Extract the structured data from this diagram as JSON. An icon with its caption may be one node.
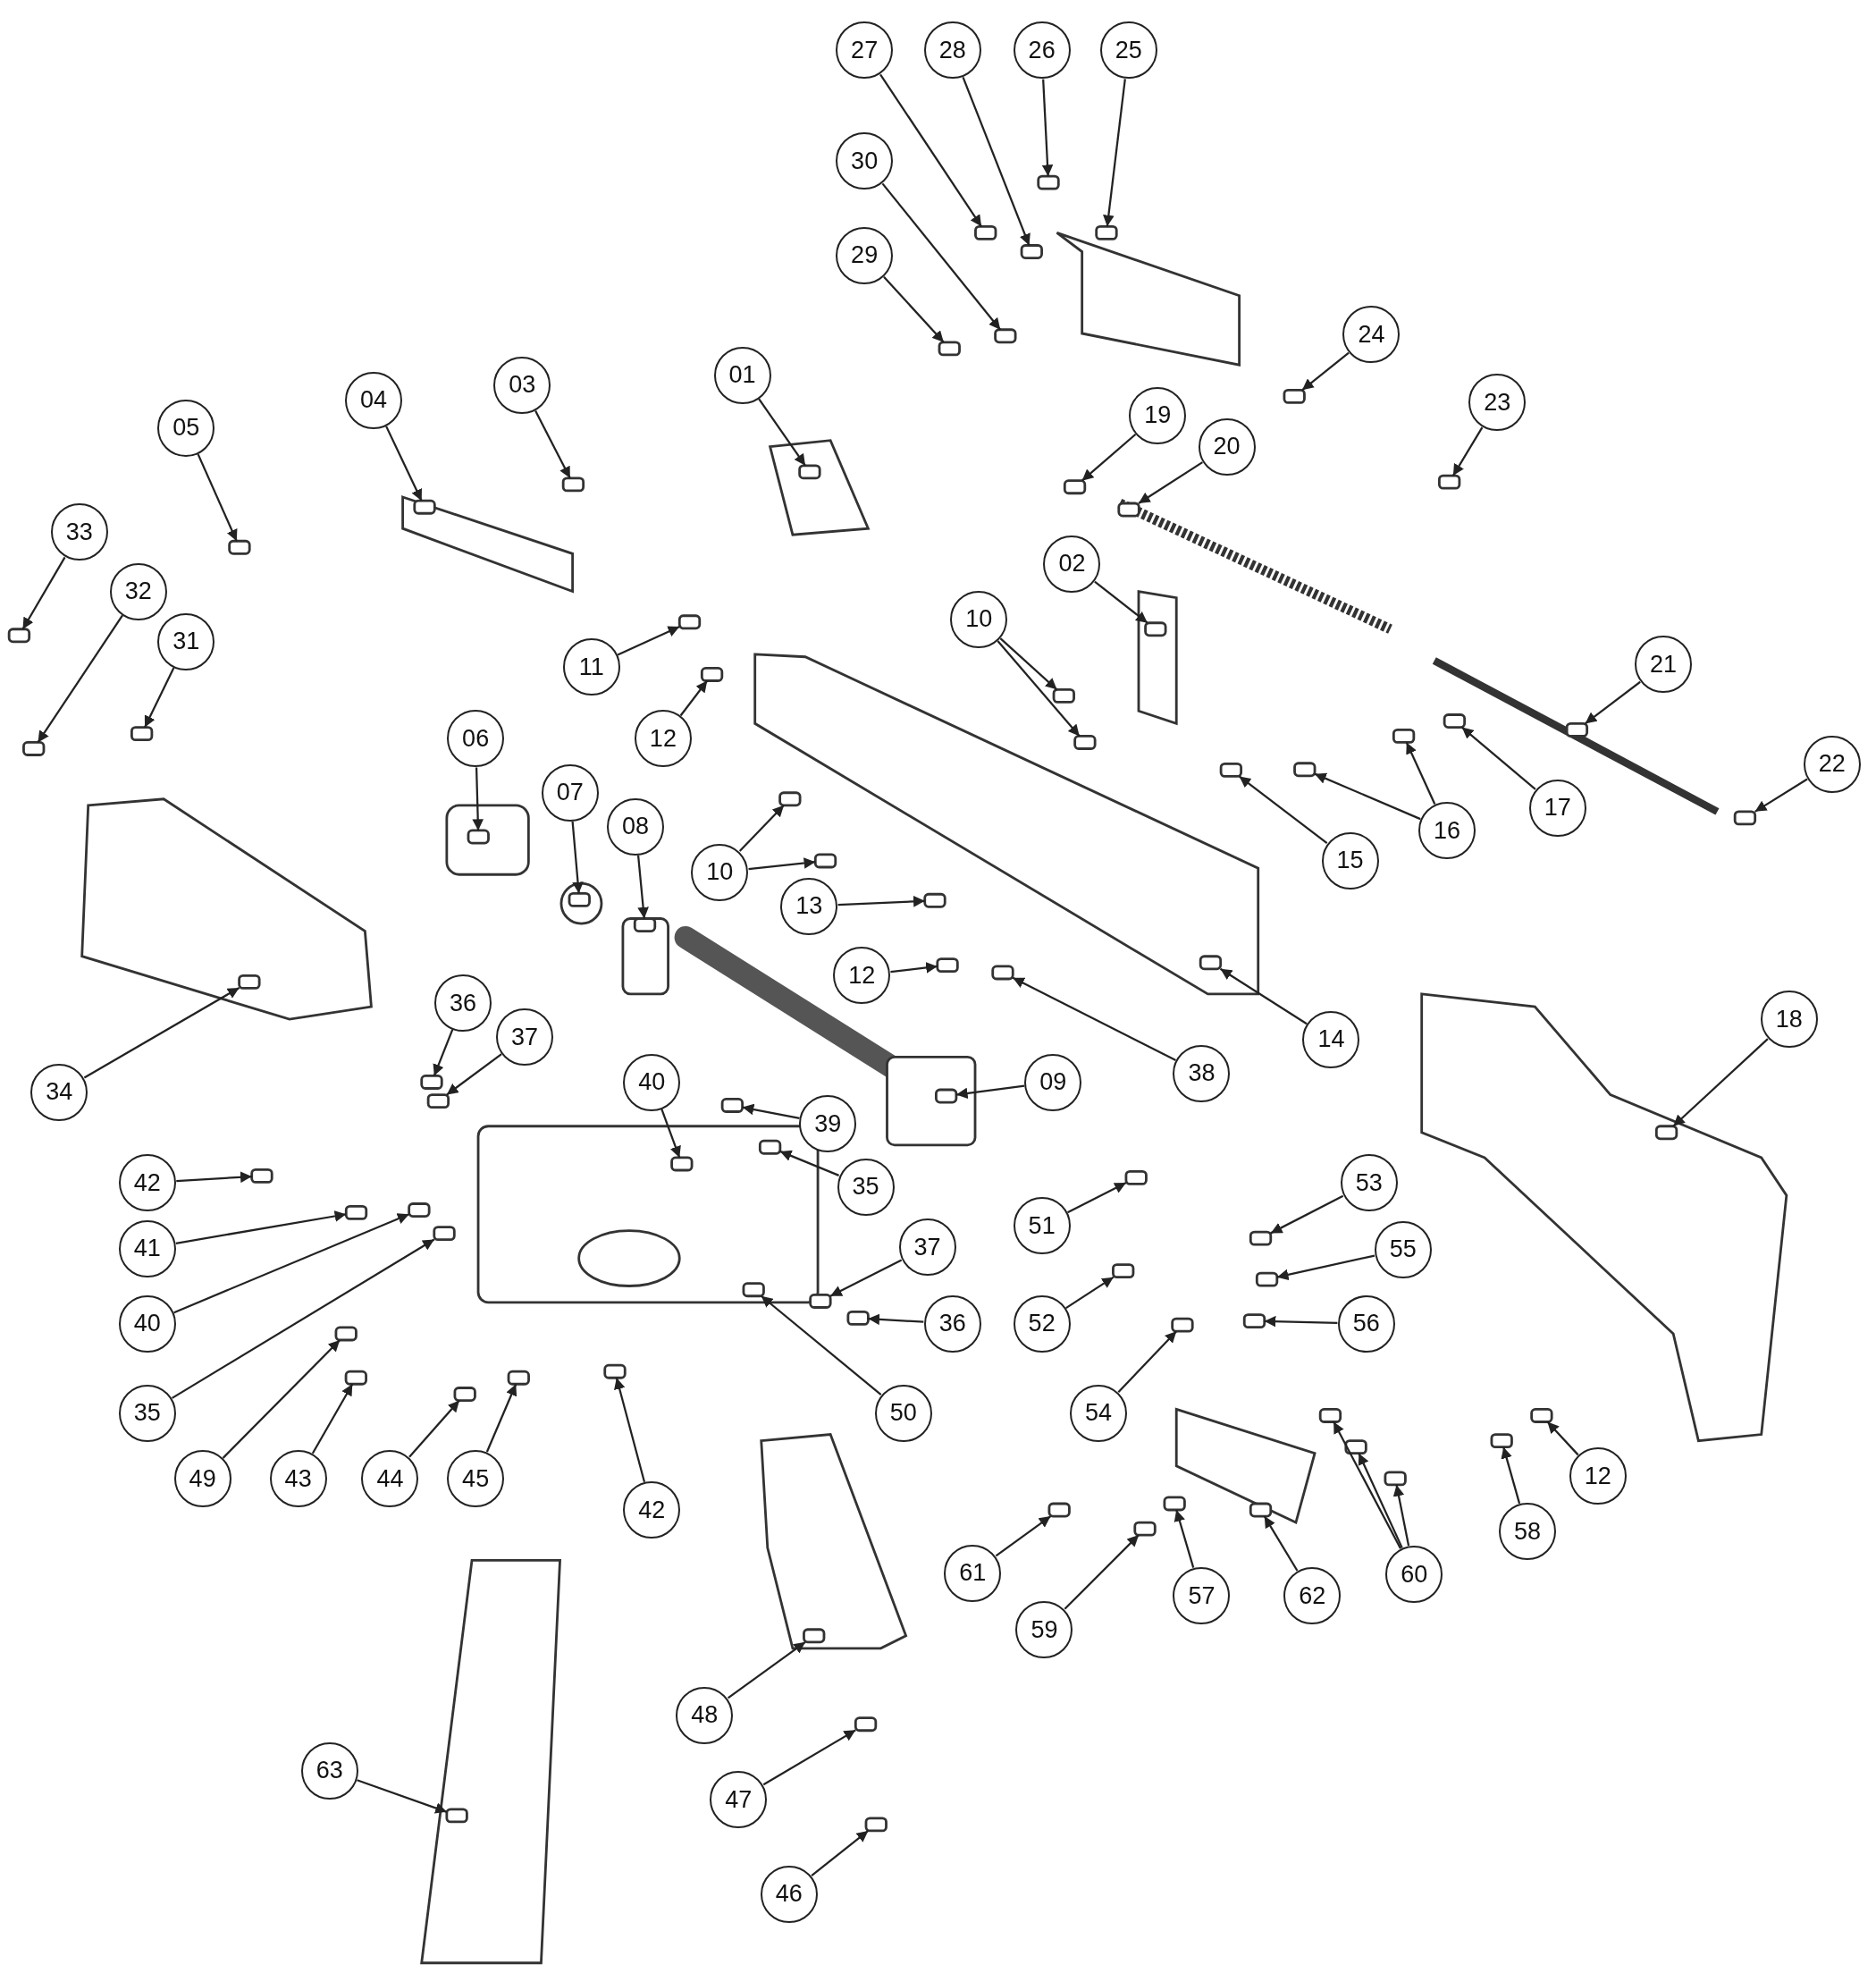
{
  "diagram": {
    "nodes": [
      {
        "text": [
          "27"
        ]
      },
      {
        "text": [
          "28"
        ]
      },
      {
        "text": [
          "26"
        ]
      },
      {
        "text": [
          "25"
        ]
      },
      {
        "text": [
          "30"
        ]
      },
      {
        "text": [
          "29"
        ]
      },
      {
        "text": [
          "24"
        ]
      },
      {
        "text": [
          "23"
        ]
      },
      {
        "text": [
          "19"
        ]
      },
      {
        "text": [
          "20"
        ]
      },
      {
        "text": [
          "01"
        ]
      },
      {
        "text": [
          "03"
        ]
      },
      {
        "text": [
          "04"
        ]
      },
      {
        "text": [
          "05"
        ]
      },
      {
        "text": [
          "33"
        ]
      },
      {
        "text": [
          "32"
        ]
      },
      {
        "text": [
          "31"
        ]
      },
      {
        "text": [
          "02"
        ]
      },
      {
        "text": [
          "10"
        ]
      },
      {
        "text": [
          "11"
        ]
      },
      {
        "text": [
          "12"
        ]
      },
      {
        "text": [
          "21"
        ]
      },
      {
        "text": [
          "22"
        ]
      },
      {
        "text": [
          "17"
        ]
      },
      {
        "text": [
          "16"
        ]
      },
      {
        "text": [
          "15"
        ]
      },
      {
        "text": [
          "06"
        ]
      },
      {
        "text": [
          "07"
        ]
      },
      {
        "text": [
          "08"
        ]
      },
      {
        "text": [
          "10"
        ]
      },
      {
        "text": [
          "13"
        ]
      },
      {
        "text": [
          "12"
        ]
      },
      {
        "text": [
          "14"
        ]
      },
      {
        "text": [
          "38"
        ]
      },
      {
        "text": [
          "34"
        ]
      },
      {
        "text": [
          "09"
        ]
      },
      {
        "text": [
          "18"
        ]
      },
      {
        "text": [
          "36"
        ]
      },
      {
        "text": [
          "37"
        ]
      },
      {
        "text": [
          "40"
        ]
      },
      {
        "text": [
          "39"
        ]
      },
      {
        "text": [
          "35"
        ]
      },
      {
        "text": [
          "42"
        ]
      },
      {
        "text": [
          "41"
        ]
      },
      {
        "text": [
          "40"
        ]
      },
      {
        "text": [
          "35"
        ]
      },
      {
        "text": [
          "37"
        ]
      },
      {
        "text": [
          "36"
        ]
      },
      {
        "text": [
          "50"
        ]
      },
      {
        "text": [
          "49"
        ]
      },
      {
        "text": [
          "43"
        ]
      },
      {
        "text": [
          "44"
        ]
      },
      {
        "text": [
          "45"
        ]
      },
      {
        "text": [
          "42"
        ]
      },
      {
        "text": [
          "51"
        ]
      },
      {
        "text": [
          "53"
        ]
      },
      {
        "text": [
          "55"
        ]
      },
      {
        "text": [
          "52"
        ]
      },
      {
        "text": [
          "56"
        ]
      },
      {
        "text": [
          "54"
        ]
      },
      {
        "text": [
          "12"
        ]
      },
      {
        "text": [
          "58"
        ]
      },
      {
        "text": [
          "60"
        ]
      },
      {
        "text": [
          "61"
        ]
      },
      {
        "text": [
          "59"
        ]
      },
      {
        "text": [
          "57"
        ]
      },
      {
        "text": [
          "62"
        ]
      },
      {
        "text": [
          "48"
        ]
      },
      {
        "text": [
          "63"
        ]
      },
      {
        "text": [
          "47"
        ]
      },
      {
        "text": [
          "46"
        ]
      },
      {
        "text": [],
        "shape": "box"
      },
      {
        "text": [],
        "shape": "box"
      },
      {
        "text": [],
        "shape": "box"
      },
      {
        "text": [],
        "shape": "box"
      },
      {
        "text": [],
        "shape": "box"
      },
      {
        "text": [],
        "shape": "box"
      },
      {
        "text": [],
        "shape": "box"
      },
      {
        "text": [],
        "shape": "box"
      },
      {
        "text": [],
        "shape": "box"
      },
      {
        "text": [],
        "shape": "box"
      },
      {
        "text": [],
        "shape": "box"
      },
      {
        "text": [],
        "shape": "box"
      },
      {
        "text": [],
        "shape": "box"
      },
      {
        "text": [],
        "shape": "box"
      },
      {
        "text": [],
        "shape": "box"
      },
      {
        "text": [],
        "shape": "box"
      },
      {
        "text": [],
        "shape": "box"
      },
      {
        "text": [],
        "shape": "box"
      },
      {
        "text": [],
        "shape": "box"
      },
      {
        "text": [],
        "shape": "box"
      },
      {
        "text": [],
        "shape": "box"
      },
      {
        "text": [],
        "shape": "box"
      },
      {
        "text": [],
        "shape": "box"
      },
      {
        "text": [],
        "shape": "box"
      },
      {
        "text": [],
        "shape": "box"
      },
      {
        "text": [],
        "shape": "box"
      },
      {
        "text": [],
        "shape": "box"
      },
      {
        "text": [],
        "shape": "box"
      },
      {
        "text": [],
        "shape": "box"
      },
      {
        "text": [],
        "shape": "box"
      },
      {
        "text": [],
        "shape": "box"
      },
      {
        "text": [],
        "shape": "box"
      },
      {
        "text": [],
        "shape": "box"
      },
      {
        "text": [],
        "shape": "box"
      },
      {
        "text": [],
        "shape": "box"
      },
      {
        "text": [],
        "shape": "box"
      },
      {
        "text": [],
        "shape": "box"
      },
      {
        "text": [],
        "shape": "box"
      },
      {
        "text": [],
        "shape": "box"
      },
      {
        "text": [],
        "shape": "box"
      },
      {
        "text": [],
        "shape": "box"
      },
      {
        "text": [],
        "shape": "box"
      },
      {
        "text": [],
        "shape": "box"
      },
      {
        "text": [],
        "shape": "box"
      },
      {
        "text": [],
        "shape": "box"
      },
      {
        "text": [],
        "shape": "box"
      },
      {
        "text": [],
        "shape": "box"
      },
      {
        "text": [],
        "shape": "box"
      },
      {
        "text": [],
        "shape": "box"
      },
      {
        "text": [],
        "shape": "box"
      },
      {
        "text": [],
        "shape": "box"
      },
      {
        "text": [],
        "shape": "box"
      },
      {
        "text": [],
        "shape": "box"
      },
      {
        "text": [],
        "shape": "box"
      },
      {
        "text": [],
        "shape": "box"
      },
      {
        "text": [],
        "shape": "box"
      },
      {
        "text": [],
        "shape": "box"
      },
      {
        "text": [],
        "shape": "box"
      },
      {
        "text": [],
        "shape": "box"
      },
      {
        "text": [],
        "shape": "box"
      },
      {
        "text": [],
        "shape": "box"
      },
      {
        "text": [],
        "shape": "box"
      },
      {
        "text": [],
        "shape": "box"
      },
      {
        "text": [],
        "shape": "box"
      },
      {
        "text": [],
        "shape": "box"
      },
      {
        "text": [],
        "shape": "box"
      },
      {
        "text": [],
        "shape": "box"
      },
      {
        "text": [],
        "shape": "box"
      },
      {
        "text": [],
        "shape": "box"
      },
      {
        "text": [],
        "shape": "box"
      },
      {
        "text": [],
        "shape": "box"
      },
      {
        "text": [],
        "shape": "box"
      },
      {
        "text": [],
        "shape": "box"
      },
      {
        "text": [],
        "shape": "box"
      },
      {
        "text": [],
        "shape": "box"
      },
      {
        "text": [],
        "shape": "box"
      }
    ],
    "edges": [
      {
        "from": 0,
        "to": 71,
        "arrow": "to"
      },
      {
        "from": 1,
        "to": 72,
        "arrow": "to"
      },
      {
        "from": 2,
        "to": 73,
        "arrow": "to"
      },
      {
        "from": 3,
        "to": 74,
        "arrow": "to"
      },
      {
        "from": 4,
        "to": 75,
        "arrow": "to"
      },
      {
        "from": 5,
        "to": 76,
        "arrow": "to"
      },
      {
        "from": 6,
        "to": 77,
        "arrow": "to"
      },
      {
        "from": 7,
        "to": 78,
        "arrow": "to"
      },
      {
        "from": 8,
        "to": 79,
        "arrow": "to"
      },
      {
        "from": 9,
        "to": 80,
        "arrow": "to"
      },
      {
        "from": 10,
        "to": 81,
        "arrow": "to"
      },
      {
        "from": 11,
        "to": 82,
        "arrow": "to"
      },
      {
        "from": 12,
        "to": 83,
        "arrow": "to"
      },
      {
        "from": 13,
        "to": 84,
        "arrow": "to"
      },
      {
        "from": 14,
        "to": 85,
        "arrow": "to"
      },
      {
        "from": 15,
        "to": 86,
        "arrow": "to"
      },
      {
        "from": 16,
        "to": 87,
        "arrow": "to"
      },
      {
        "from": 17,
        "to": 88,
        "arrow": "to"
      },
      {
        "from": 18,
        "to": 89,
        "arrow": "to"
      },
      {
        "from": 18,
        "to": 90,
        "arrow": "to"
      },
      {
        "from": 19,
        "to": 91,
        "arrow": "to"
      },
      {
        "from": 20,
        "to": 92,
        "arrow": "to"
      },
      {
        "from": 21,
        "to": 93,
        "arrow": "to"
      },
      {
        "from": 22,
        "to": 94,
        "arrow": "to"
      },
      {
        "from": 23,
        "to": 95,
        "arrow": "to"
      },
      {
        "from": 24,
        "to": 96,
        "arrow": "to"
      },
      {
        "from": 24,
        "to": 97,
        "arrow": "to"
      },
      {
        "from": 25,
        "to": 98,
        "arrow": "to"
      },
      {
        "from": 26,
        "to": 99,
        "arrow": "to"
      },
      {
        "from": 27,
        "to": 100,
        "arrow": "to"
      },
      {
        "from": 28,
        "to": 101,
        "arrow": "to"
      },
      {
        "from": 29,
        "to": 102,
        "arrow": "to"
      },
      {
        "from": 29,
        "to": 103,
        "arrow": "to"
      },
      {
        "from": 30,
        "to": 104,
        "arrow": "to"
      },
      {
        "from": 31,
        "to": 105,
        "arrow": "to"
      },
      {
        "from": 32,
        "to": 106,
        "arrow": "to"
      },
      {
        "from": 33,
        "to": 107,
        "arrow": "to"
      },
      {
        "from": 34,
        "to": 108,
        "arrow": "to"
      },
      {
        "from": 35,
        "to": 109,
        "arrow": "to"
      },
      {
        "from": 36,
        "to": 110,
        "arrow": "to"
      },
      {
        "from": 37,
        "to": 111,
        "arrow": "to"
      },
      {
        "from": 38,
        "to": 112,
        "arrow": "to"
      },
      {
        "from": 39,
        "to": 113,
        "arrow": "to"
      },
      {
        "from": 40,
        "to": 114,
        "arrow": "to"
      },
      {
        "from": 41,
        "to": 115,
        "arrow": "to"
      },
      {
        "from": 42,
        "to": 116,
        "arrow": "to"
      },
      {
        "from": 43,
        "to": 117,
        "arrow": "to"
      },
      {
        "from": 44,
        "to": 118,
        "arrow": "to"
      },
      {
        "from": 45,
        "to": 119,
        "arrow": "to"
      },
      {
        "from": 46,
        "to": 120,
        "arrow": "to"
      },
      {
        "from": 47,
        "to": 121,
        "arrow": "to"
      },
      {
        "from": 48,
        "to": 122,
        "arrow": "to"
      },
      {
        "from": 49,
        "to": 123,
        "arrow": "to"
      },
      {
        "from": 50,
        "to": 124,
        "arrow": "to"
      },
      {
        "from": 51,
        "to": 125,
        "arrow": "to"
      },
      {
        "from": 52,
        "to": 126,
        "arrow": "to"
      },
      {
        "from": 53,
        "to": 127,
        "arrow": "to"
      },
      {
        "from": 54,
        "to": 128,
        "arrow": "to"
      },
      {
        "from": 55,
        "to": 129,
        "arrow": "to"
      },
      {
        "from": 56,
        "to": 130,
        "arrow": "to"
      },
      {
        "from": 57,
        "to": 131,
        "arrow": "to"
      },
      {
        "from": 58,
        "to": 132,
        "arrow": "to"
      },
      {
        "from": 59,
        "to": 133,
        "arrow": "to"
      },
      {
        "from": 60,
        "to": 134,
        "arrow": "to"
      },
      {
        "from": 61,
        "to": 135,
        "arrow": "to"
      },
      {
        "from": 62,
        "to": 136,
        "arrow": "to"
      },
      {
        "from": 62,
        "to": 137,
        "arrow": "to"
      },
      {
        "from": 62,
        "to": 138,
        "arrow": "to"
      },
      {
        "from": 63,
        "to": 139,
        "arrow": "to"
      },
      {
        "from": 64,
        "to": 140,
        "arrow": "to"
      },
      {
        "from": 65,
        "to": 141,
        "arrow": "to"
      },
      {
        "from": 66,
        "to": 142,
        "arrow": "to"
      },
      {
        "from": 67,
        "to": 143,
        "arrow": "to"
      },
      {
        "from": 68,
        "to": 144,
        "arrow": "to"
      },
      {
        "from": 69,
        "to": 145,
        "arrow": "to"
      },
      {
        "from": 70,
        "to": 146,
        "arrow": "to"
      }
    ]
  }
}
